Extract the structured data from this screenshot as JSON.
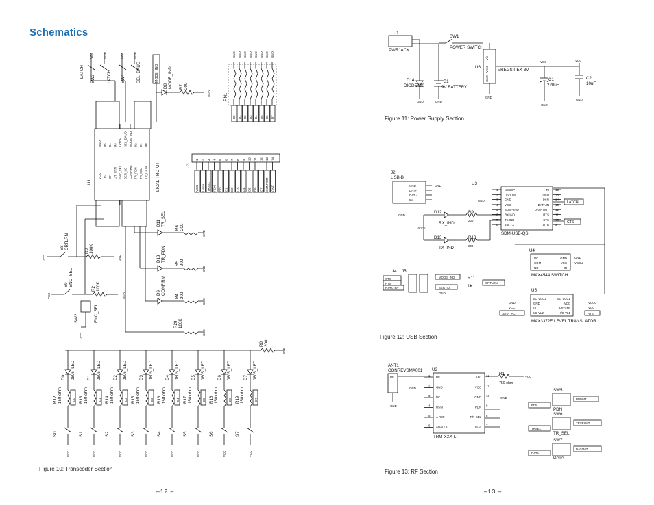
{
  "page": {
    "heading": "Schematics"
  },
  "captions": {
    "fig10": "Figure 10: Transcoder Section",
    "fig11": "Figure 11: Power Supply Section",
    "fig12": "Figure 12: USB Section",
    "fig13": "Figure 13: RF Section"
  },
  "page_numbers": {
    "left": "–12 –",
    "right": "–13 –"
  },
  "labels": {
    "vcc": "VCC",
    "vccu": "VCCU",
    "gnd": "GND",
    "latch": "LATCH",
    "sel_baud": "SEL_BAUD",
    "mode_ind": "MODE_IND",
    "sw3": "SW3",
    "sw4": "SW4",
    "d8": "D8",
    "r7": "R7",
    "v200": "200",
    "rn1": "RN1",
    "j3": "J3",
    "u1": "U1",
    "u1_part": "LICAL-TRC-MT",
    "d11": "D11",
    "tr_sel": "TR_SEL",
    "d10": "D10",
    "tr_pdn": "TR_PDN",
    "d9": "D9",
    "confirm": "CONFIRM",
    "r6": "R6",
    "r5": "R5",
    "r4": "R4",
    "r20": "R20",
    "v100k": "100K",
    "s8": "S8",
    "crtlrn": "CRTLRN",
    "r3": "R3",
    "s9": "S9",
    "enc_sel": "ENC_SEL",
    "r2": "R2",
    "sw2": "SW2",
    "r8": "R8",
    "led": "0805_LED",
    "ohm150": "150 ohm",
    "j1": "J1",
    "pwrjack": "PWRJACK",
    "sw1": "SW1",
    "power_switch": "POWER SWITCH",
    "u6": "U6",
    "vregsipex": "VREGSIPEX-3V",
    "vin": "Vin",
    "vout": "Vout",
    "d14": "D14",
    "diode400": "DIODE400",
    "b1": "B1",
    "battery": "9V BATTERY",
    "c1": "C1",
    "uf220": "220uF",
    "c2": "C2",
    "uf10": "10uF",
    "j2": "J2",
    "usb_b": "USB-B",
    "u3": "U3",
    "u3_part": "SDM-USB-QS",
    "d12": "D12",
    "rx_ind": "RX_IND",
    "d13": "D13",
    "tx_ind": "TX_IND",
    "r9": "R9",
    "r10": "R10",
    "cts": "CTS",
    "rts": "RTS",
    "data_pc": "DATA_PC",
    "j4": "J4",
    "j5": "J5",
    "ser_io": "SER_IO",
    "r11": "R11",
    "v1k": "1K",
    "u4": "U4",
    "u4_part": "MAX4544 SWITCH",
    "u5": "U5",
    "u5_part": "MAX3372E LEVEL TRANSLATOR",
    "ant1": "ANT1",
    "ant_part": "CONREVSMA001",
    "u2": "U2",
    "u2_part": "TRM-XXX-LT",
    "r1": "R1",
    "ohm750": "750 ohm",
    "pdn": "PDN",
    "pdnmt": "PDNMT",
    "trsel": "TRSEL",
    "trselmt": "TRSELMT",
    "data": "DATA",
    "datamt": "DATAMT",
    "sw5": "SW5",
    "sw6": "SW6",
    "sw7": "SW7",
    "tr_sel2": "TR_SEL"
  },
  "u1_pins_left": [
    "VCC",
    "D6",
    "D7",
    "CRTLRN",
    "ENC_SEL",
    "SER_I/O",
    "CONFIRM",
    "TR_PDN",
    "TR_SEL",
    "TR_DATA"
  ],
  "u1_pins_right": [
    "GND",
    "D5",
    "D4",
    "D3",
    "LATCH",
    "SEL_BAUD",
    "MODE_IND",
    "D2",
    "D1",
    "D0"
  ],
  "u3_left": [
    "USBDP",
    "USBDM",
    "GND",
    "VCC",
    "SUSP IND",
    "RX IND",
    "TX IND",
    "485 TX"
  ],
  "u3_right": [
    "RI",
    "DCD",
    "DSR",
    "DATA IN",
    "DATA OUT",
    "RTS",
    "CTS",
    "DTR"
  ],
  "u3_left_nums": [
    "1",
    "2",
    "3",
    "4",
    "5",
    "6",
    "7",
    "8"
  ],
  "u3_right_nums": [
    "16",
    "15",
    "14",
    "13",
    "12",
    "11",
    "10",
    "9"
  ],
  "u2_left": [
    "RF",
    "GND",
    "NC",
    "RSSI",
    "A REF",
    "ANALOG"
  ],
  "u2_right": [
    "LADJ",
    "VCC",
    "GND",
    "PDN",
    "T/R SEL",
    "DATA"
  ],
  "u2_left_nums": [
    "1",
    "2",
    "3",
    "4",
    "5",
    "6"
  ],
  "u2_right_nums": [
    "12",
    "11",
    "10",
    "9",
    "8",
    "7"
  ],
  "u5_left": [
    "I/O VCC2",
    "GND",
    "VL",
    "I/O VL2"
  ],
  "u5_right": [
    "I/O VCC1",
    "VCC",
    "3-STATE",
    "I/O VL1"
  ],
  "u4_left": [
    "NC",
    "COM",
    "NO"
  ],
  "u4_right": [
    "GND",
    "VCC",
    "IN"
  ],
  "j3_pins": [
    "1",
    "2",
    "3",
    "4",
    "5",
    "6",
    "7",
    "8",
    "9",
    "10",
    "11",
    "12",
    "13",
    "14"
  ],
  "j3_nets": [
    "VCC",
    "DATA",
    "TRSEL",
    "PDN",
    "D0",
    "D1",
    "D2",
    "D3",
    "D4",
    "D5",
    "D6",
    "D7",
    "CONFIRM",
    "GND"
  ],
  "rn1_pins": [
    "D0",
    "D1",
    "D2",
    "D3",
    "D4",
    "D5",
    "D6",
    "D7"
  ],
  "led_row": {
    "leds": [
      "D0",
      "D1",
      "D2",
      "D3",
      "D4",
      "D5",
      "D6",
      "D7"
    ],
    "resistors": [
      "R12",
      "R13",
      "R14",
      "R15",
      "R16",
      "R17",
      "R18",
      "R19"
    ],
    "switches": [
      "S0",
      "S1",
      "S2",
      "S3",
      "S4",
      "S5",
      "S6",
      "S7"
    ]
  },
  "usb_b_pins": [
    "GND",
    "DAT+",
    "DAT -",
    "5V"
  ]
}
